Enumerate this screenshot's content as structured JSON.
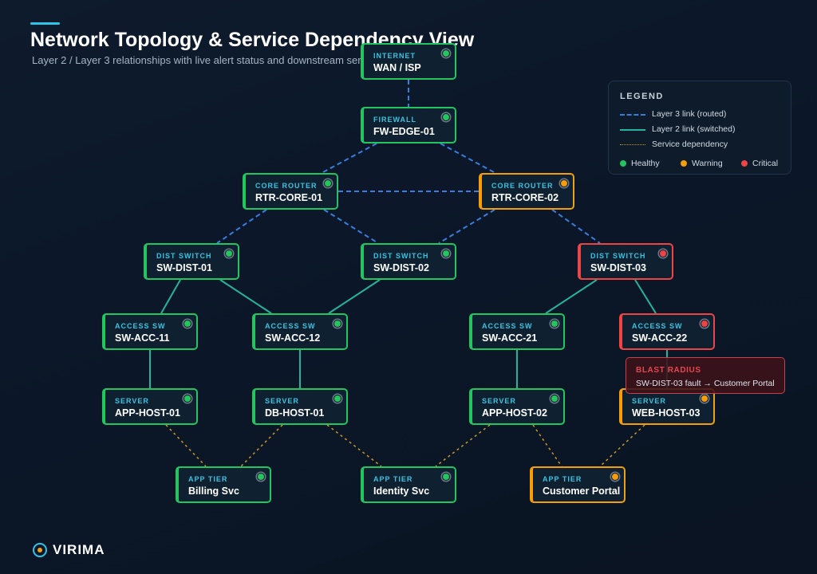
{
  "header": {
    "title": "Network Topology & Service Dependency View",
    "subtitle": "Layer 2 / Layer 3 relationships with live alert status and downstream servi"
  },
  "colors": {
    "healthy": "#22c55e",
    "warning": "#f59e0b",
    "critical": "#ef4444",
    "layer3_link": "#3b82f6",
    "layer2_link": "#2dd4bf",
    "dependency": "#d4a017",
    "accent": "#2ec4e8"
  },
  "nodes": {
    "internet": {
      "type": "INTERNET",
      "name": "WAN / ISP",
      "status": "healthy"
    },
    "fw": {
      "type": "FIREWALL",
      "name": "FW-EDGE-01",
      "status": "healthy"
    },
    "core1": {
      "type": "CORE ROUTER",
      "name": "RTR-CORE-01",
      "status": "healthy"
    },
    "core2": {
      "type": "CORE ROUTER",
      "name": "RTR-CORE-02",
      "status": "warning"
    },
    "dist1": {
      "type": "DIST SWITCH",
      "name": "SW-DIST-01",
      "status": "healthy"
    },
    "dist2": {
      "type": "DIST SWITCH",
      "name": "SW-DIST-02",
      "status": "healthy"
    },
    "dist3": {
      "type": "DIST SWITCH",
      "name": "SW-DIST-03",
      "status": "critical"
    },
    "acc11": {
      "type": "ACCESS SW",
      "name": "SW-ACC-11",
      "status": "healthy"
    },
    "acc12": {
      "type": "ACCESS SW",
      "name": "SW-ACC-12",
      "status": "healthy"
    },
    "acc21": {
      "type": "ACCESS SW",
      "name": "SW-ACC-21",
      "status": "healthy"
    },
    "acc22": {
      "type": "ACCESS SW",
      "name": "SW-ACC-22",
      "status": "critical"
    },
    "app1": {
      "type": "SERVER",
      "name": "APP-HOST-01",
      "status": "healthy"
    },
    "db1": {
      "type": "SERVER",
      "name": "DB-HOST-01",
      "status": "healthy"
    },
    "app2": {
      "type": "SERVER",
      "name": "APP-HOST-02",
      "status": "healthy"
    },
    "web3": {
      "type": "SERVER",
      "name": "WEB-HOST-03",
      "status": "warning"
    },
    "billing": {
      "type": "APP TIER",
      "name": "Billing Svc",
      "status": "healthy"
    },
    "identity": {
      "type": "APP TIER",
      "name": "Identity Svc",
      "status": "healthy"
    },
    "portal": {
      "type": "APP TIER",
      "name": "Customer Portal",
      "status": "warning"
    }
  },
  "legend": {
    "title": "LEGEND",
    "layer3": "Layer 3 link (routed)",
    "layer2": "Layer 2 link (switched)",
    "dependency": "Service dependency",
    "healthy": "Healthy",
    "warning": "Warning",
    "critical": "Critical"
  },
  "callout": {
    "title": "BLAST RADIUS",
    "text": "SW-DIST-03 fault → Customer Portal"
  },
  "brand": {
    "name": "VIRIMA"
  }
}
